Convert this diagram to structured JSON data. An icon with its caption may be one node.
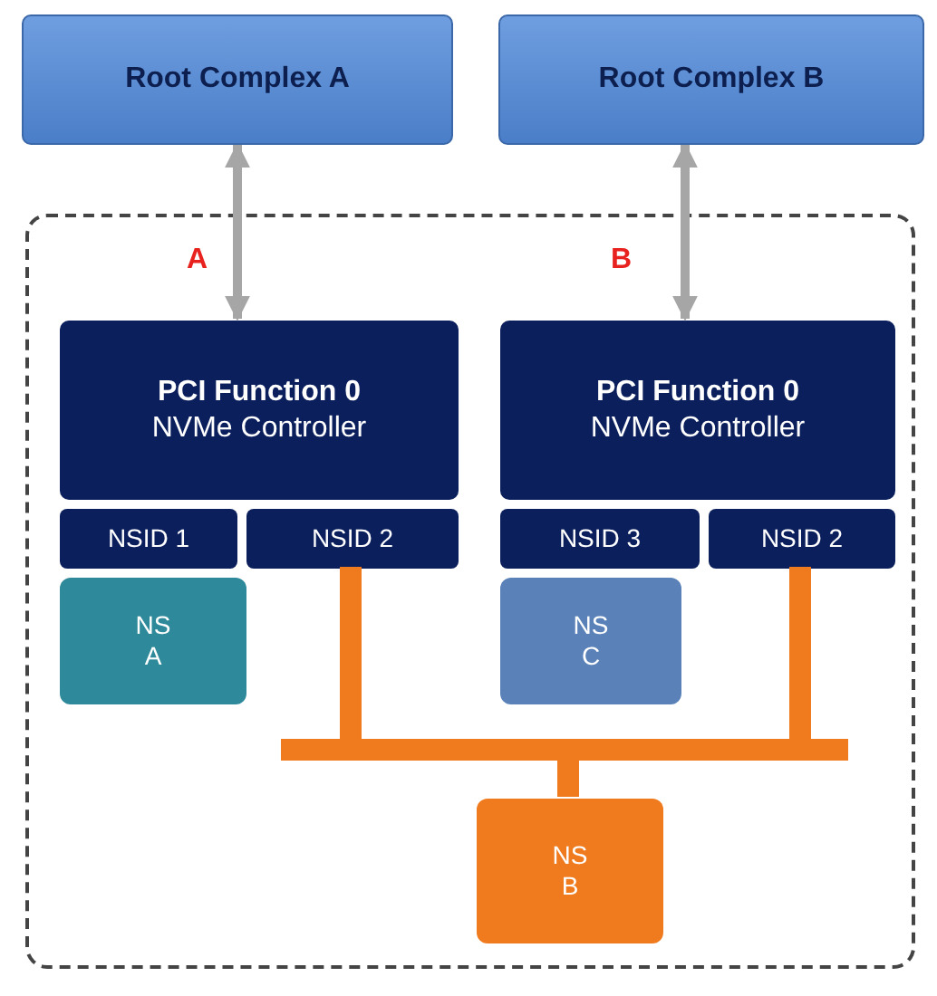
{
  "diagram": {
    "nodes": [
      {
        "text": [
          "Root Complex A"
        ]
      },
      {
        "text": [
          "Root Complex B"
        ]
      },
      {
        "text": [],
        "shape": "box"
      },
      {
        "text": [
          "PCI Function 0",
          "NVMe Controller"
        ],
        "in": 2
      },
      {
        "text": [
          "PCI Function 0",
          "NVMe Controller"
        ],
        "in": 2
      },
      {
        "text": [
          "NSID 1"
        ],
        "in": 2
      },
      {
        "text": [
          "NSID 2"
        ],
        "in": 2
      },
      {
        "text": [
          "NSID 3"
        ],
        "in": 2
      },
      {
        "text": [
          "NSID 2"
        ],
        "in": 2
      },
      {
        "text": [
          "NS A"
        ],
        "in": 2
      },
      {
        "text": [
          "NS C"
        ],
        "in": 2
      },
      {
        "text": [
          "NS B"
        ],
        "in": 2
      }
    ],
    "edges": [
      {
        "from": 0,
        "to": 3,
        "arrow": "both"
      },
      {
        "from": 1,
        "to": 4,
        "arrow": "both"
      },
      {
        "from": 6,
        "to": 11,
        "arrow": "none",
        "style": "thick",
        "color": "#f07b1f"
      },
      {
        "from": 8,
        "to": 11,
        "arrow": "none",
        "style": "thick",
        "color": "#f07b1f"
      }
    ],
    "labels": [
      "A",
      "B"
    ]
  }
}
